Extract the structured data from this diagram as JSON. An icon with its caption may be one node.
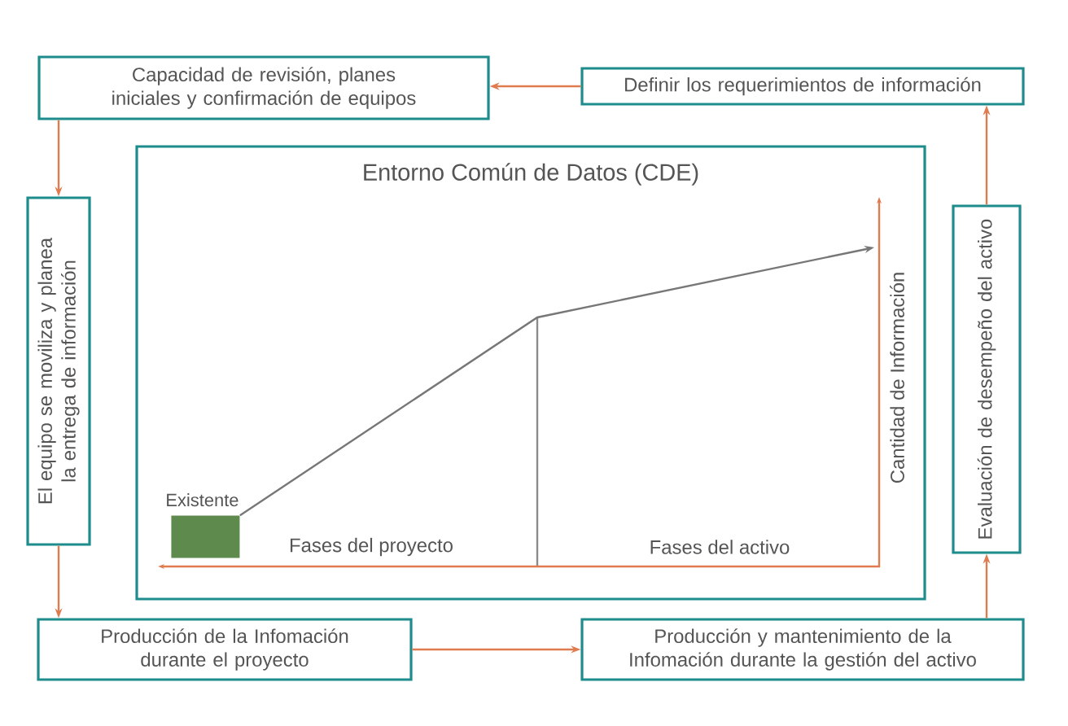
{
  "diagram": {
    "nodes": [
      {
        "text": [
          "Capacidad de revisión, planes iniciales y confirmación de equipos"
        ]
      },
      {
        "text": [
          "Definir los requerimientos de información"
        ]
      },
      {
        "text": [
          "El equipo se moviliza y planea la entrega de información"
        ]
      },
      {
        "text": [
          "Evaluación de desempeño del activo"
        ]
      },
      {
        "text": [
          "Producción de la Infomación durante el proyecto"
        ]
      },
      {
        "text": [
          "Producción y mantenimiento de la Infomación durante la gestión del activo"
        ]
      },
      {
        "text": [
          "Entorno Común de Datos (CDE)"
        ]
      },
      {
        "text": [
          "Existente"
        ],
        "in": 6
      }
    ],
    "edges": [
      {
        "from": 1,
        "to": 0,
        "arrow": "to"
      },
      {
        "from": 0,
        "to": 2,
        "arrow": "to"
      },
      {
        "from": 2,
        "to": 4,
        "arrow": "to"
      },
      {
        "from": 4,
        "to": 5,
        "arrow": "to"
      },
      {
        "from": 5,
        "to": 3,
        "arrow": "to"
      },
      {
        "from": 3,
        "to": 1,
        "arrow": "to"
      },
      {
        "from": 7,
        "to": null,
        "arrow": "to",
        "color": "#777777"
      }
    ],
    "labels": [
      "Fases del proyecto",
      "Fases del activo",
      "Cantidad de Información"
    ]
  }
}
